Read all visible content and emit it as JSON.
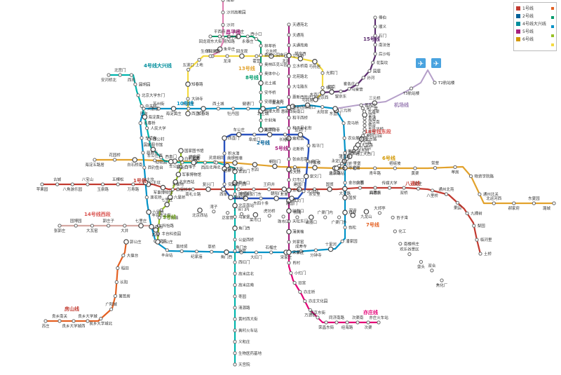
{
  "legend": [
    {
      "label": "1号线",
      "color": "#c23a30"
    },
    {
      "label": "2号线",
      "color": "#006098"
    },
    {
      "label": "4号线大兴线",
      "color": "#008e9c"
    },
    {
      "label": "5号线",
      "color": "#a6217f"
    },
    {
      "label": "6号线",
      "color": "#d29700"
    }
  ],
  "colors": {
    "line1": "#c23a30",
    "line2": "#006098",
    "line4": "#00b5ad",
    "line5": "#a6217f",
    "line6": "#e2a22c",
    "line8": "#009b6b",
    "line9": "#97c024",
    "line10": "#0092c7",
    "line13": "#f4da40",
    "line15": "#5b2c6f",
    "airport": "#b59fc9",
    "batong": "#c23a30",
    "changping": "#de82b2",
    "fangshan": "#e46022",
    "yizhuang": "#e40077",
    "line14": "#d5a7a1",
    "ring": "#2a52be"
  },
  "line_labels": [
    {
      "id": "changping",
      "text": "昌平线",
      "color": "#a6217f"
    },
    {
      "id": "line13",
      "text": "13号线",
      "color": "#e2a22c"
    },
    {
      "id": "line8",
      "text": "8号线",
      "color": "#009b6b"
    },
    {
      "id": "line10",
      "text": "10号线",
      "color": "#0092c7"
    },
    {
      "id": "line4",
      "text": "4号线大兴线",
      "color": "#008e9c"
    },
    {
      "id": "line15",
      "text": "15号线",
      "color": "#5b2c6f"
    },
    {
      "id": "airport",
      "text": "机场线",
      "color": "#9b7fb5"
    },
    {
      "id": "line14e",
      "text": "14号线东段",
      "color": "#d9534f"
    },
    {
      "id": "line6",
      "text": "6号线",
      "color": "#d29700"
    },
    {
      "id": "line2",
      "text": "2号线",
      "color": "#006098"
    },
    {
      "id": "line5",
      "text": "5号线",
      "color": "#a6217f"
    },
    {
      "id": "line1",
      "text": "1号线",
      "color": "#c23a30"
    },
    {
      "id": "batong",
      "text": "八通线",
      "color": "#c23a30"
    },
    {
      "id": "line14w",
      "text": "14号线西段",
      "color": "#d9534f"
    },
    {
      "id": "line9",
      "text": "9号线",
      "color": "#6fa21b"
    },
    {
      "id": "yizhuang",
      "text": "亦庄线",
      "color": "#e40077"
    },
    {
      "id": "line7",
      "text": "7号线",
      "color": "#e46022"
    },
    {
      "id": "fangshan",
      "text": "房山线",
      "color": "#c23a30"
    },
    {
      "id": "yizhuang2",
      "text": "亦庄线",
      "color": "#e46022"
    },
    {
      "id": "t3",
      "text": "T3航站楼",
      "color": "#333333"
    },
    {
      "id": "t2",
      "text": "T2航站楼",
      "color": "#333333"
    }
  ],
  "stations": {
    "line1": [
      "苹果园",
      "古城",
      "八角游乐园",
      "八宝山",
      "玉泉路",
      "五棵松",
      "万寿路",
      "公主坟",
      "军事博物馆",
      "木樨地",
      "南礼士路",
      "复兴门",
      "西单",
      "天安门西",
      "天安门东",
      "王府井",
      "东单",
      "建国门",
      "永安里",
      "国贸",
      "大望路",
      "四惠",
      "四惠东"
    ],
    "batong": [
      "高碑店",
      "传媒大学",
      "双桥",
      "管庄",
      "八里桥",
      "通州北苑",
      "果园",
      "九棵树",
      "梨园",
      "临河里",
      "土桥"
    ],
    "line6": [
      "海淀五路居",
      "花园桥",
      "白石桥南",
      "车公庄西",
      "车公庄",
      "平安里",
      "北海北",
      "南锣鼓巷",
      "东四",
      "朝阳门",
      "东大桥",
      "呼家楼",
      "金台路",
      "十里堡",
      "青年路",
      "褡裢坡",
      "黄渠",
      "常营",
      "草房",
      "物资学院路",
      "通州北关",
      "北运河西",
      "郝家府",
      "东夏园",
      "潞城"
    ],
    "line13": [
      "西直门",
      "大钟寺",
      "知春路",
      "五道口",
      "上地",
      "西二旗",
      "龙泽",
      "回龙观",
      "霍营",
      "立水桥",
      "北苑",
      "望京西",
      "芍药居",
      "光熙门",
      "柳芳",
      "东直门"
    ],
    "changping": [
      "南邵",
      "沙河高教园",
      "沙河",
      "巩华城",
      "朱辛庄",
      "生命科学园"
    ],
    "line8": [
      "回龙观东大街",
      "平西府",
      "育知路",
      "朱辛庄",
      "永泰庄",
      "西小口",
      "林萃桥",
      "森林公园南门",
      "奥林匹克公园",
      "奥体中心",
      "北土城",
      "安华桥",
      "安德里北街",
      "鼓楼大街",
      "什刹海",
      "南锣鼓巷"
    ],
    "line5": [
      "天通苑北",
      "天通苑",
      "天通苑南",
      "立水桥",
      "立水桥南",
      "北苑路北",
      "大屯路东",
      "惠新西街北口",
      "惠新西街南口",
      "和平西桥",
      "和平里北街",
      "雍和宫",
      "北新桥",
      "张自忠路",
      "东四",
      "灯市口",
      "东单",
      "崇文门",
      "磁器口",
      "天坛东门",
      "蒲黄榆",
      "刘家窑",
      "宋家庄"
    ],
    "line15": [
      "俸伯",
      "顺义",
      "石门",
      "南法信",
      "后沙峪",
      "花梨坎",
      "国展",
      "孙河",
      "马泉营",
      "崔各庄",
      "望京东",
      "望京",
      "望京西"
    ],
    "line10": [
      "巴沟",
      "苏州街",
      "海淀黄庄",
      "知春里",
      "知春路",
      "西土城",
      "牡丹园",
      "健德门",
      "北土城",
      "安贞门",
      "惠新西街南口",
      "芍药居",
      "太阳宫",
      "三元桥",
      "亮马桥",
      "农业展览馆",
      "团结湖",
      "呼家楼",
      "金台夕照",
      "国贸",
      "双井",
      "劲松",
      "潘家园",
      "十里河",
      "分钟寺",
      "成寿寺",
      "宋家庄",
      "石榴庄",
      "大红门",
      "角门东",
      "角门西",
      "草桥",
      "纪家庙",
      "首经贸",
      "丰台站",
      "泥洼",
      "西局",
      "六里桥",
      "莲花桥",
      "公主坟",
      "西钓鱼台",
      "慈寿寺",
      "车道沟",
      "长春桥",
      "火器营"
    ],
    "line4": [
      "安河桥北",
      "北宫门",
      "西苑",
      "圆明园",
      "北京大学东门",
      "中关村",
      "海淀黄庄",
      "人民大学",
      "魏公村",
      "国家图书馆",
      "动物园",
      "西直门",
      "新街口",
      "平安里",
      "西四",
      "灵境胡同",
      "西单",
      "宣武门",
      "菜市口",
      "陶然亭",
      "北京南站",
      "马家堡",
      "角门西",
      "公益西桥",
      "新宫",
      "西红门",
      "高米店北",
      "高米店南",
      "枣园",
      "清源路",
      "黄村西大街",
      "黄村火车站",
      "义和庄",
      "生物医药基地",
      "天宫院"
    ],
    "line9": [
      "国家图书馆",
      "白石桥南",
      "白堆子",
      "军事博物馆",
      "北京西站",
      "六里桥东",
      "六里桥",
      "七里庄",
      "丰台东大街",
      "丰台南路",
      "科怡路",
      "丰台科技园",
      "郭公庄"
    ],
    "line14w": [
      "张郭庄",
      "园博园",
      "大瓦窑",
      "郭庄子",
      "大井",
      "七里庄",
      "西局"
    ],
    "line14e": [
      "北京南站",
      "永定门外",
      "景泰",
      "蒲黄榆",
      "方庄",
      "十里河",
      "北工大西门",
      "平乐园",
      "九龙山",
      "大望路",
      "红庙",
      "金台路",
      "朝阳公园",
      "枣营",
      "东风北桥",
      "将台",
      "望京南",
      "阜通",
      "望京",
      "东湖渠",
      "来广营",
      "善各庄"
    ],
    "line7": [
      "北京西站",
      "湾子",
      "达官营",
      "广安门内",
      "菜市口",
      "虎坊桥",
      "珠市口",
      "桥湾",
      "磁器口",
      "广渠门内",
      "广渠门外",
      "双井",
      "九龙山",
      "大郊亭",
      "百子湾",
      "化工",
      "南楼梓庄",
      "欢乐谷景区",
      "垡头",
      "双合",
      "焦化厂"
    ],
    "fangshan": [
      "苏庄",
      "良乡南关",
      "良乡大学城西",
      "良乡大学城",
      "良乡大学城北",
      "广阳城",
      "篱笆房",
      "长阳",
      "稻田",
      "大葆台",
      "郭公庄"
    ],
    "yizhuang": [
      "宋家庄",
      "肖村",
      "小红门",
      "旧宫",
      "亦庄桥",
      "亦庄文化园",
      "万源街",
      "荣京东街",
      "荣昌东街",
      "同济南路",
      "经海路",
      "次渠南",
      "次渠",
      "亦庄火车站"
    ],
    "airport": [
      "东直门",
      "三元桥",
      "T3航站楼",
      "T2航站楼"
    ],
    "line2": [
      "西直门",
      "积水潭",
      "鼓楼大街",
      "安定门",
      "雍和宫",
      "东直门",
      "东四十条",
      "朝阳门",
      "建国门",
      "北京站",
      "崇文门",
      "前门",
      "和平门",
      "宣武门",
      "长椿街",
      "复兴门",
      "阜成门",
      "车公庄"
    ]
  }
}
